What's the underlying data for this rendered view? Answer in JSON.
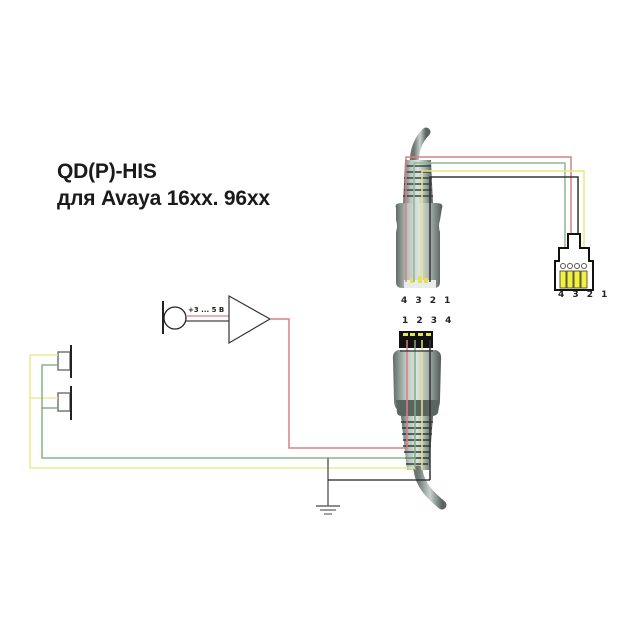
{
  "title": {
    "line1": "QD(P)-HIS",
    "line2": "для Avaya 16xx. 96xx"
  },
  "labels": {
    "top_qd_pins": "4 3 2 1",
    "rj_pins": "4 3 2 1",
    "bottom_qd_pins": "1 2 3 4",
    "mic_voltage": "+3 ... 5 В"
  },
  "components": [
    {
      "name": "QD plug (top)",
      "icon": "qd-connector-icon"
    },
    {
      "name": "RJ-9 modular plug",
      "icon": "rj9-plug-icon"
    },
    {
      "name": "QD socket (bottom)",
      "icon": "qd-connector-icon"
    },
    {
      "name": "Microphone",
      "icon": "microphone-icon"
    },
    {
      "name": "Amplifier",
      "icon": "amplifier-triangle-icon"
    },
    {
      "name": "Speaker 1",
      "icon": "speaker-icon"
    },
    {
      "name": "Speaker 2",
      "icon": "speaker-icon"
    },
    {
      "name": "Ground",
      "icon": "ground-icon"
    }
  ],
  "wire_colors": {
    "red": "#d98080",
    "green": "#7fae82",
    "yellow": "#e6e680",
    "black": "#333333",
    "gray": "#777777"
  }
}
